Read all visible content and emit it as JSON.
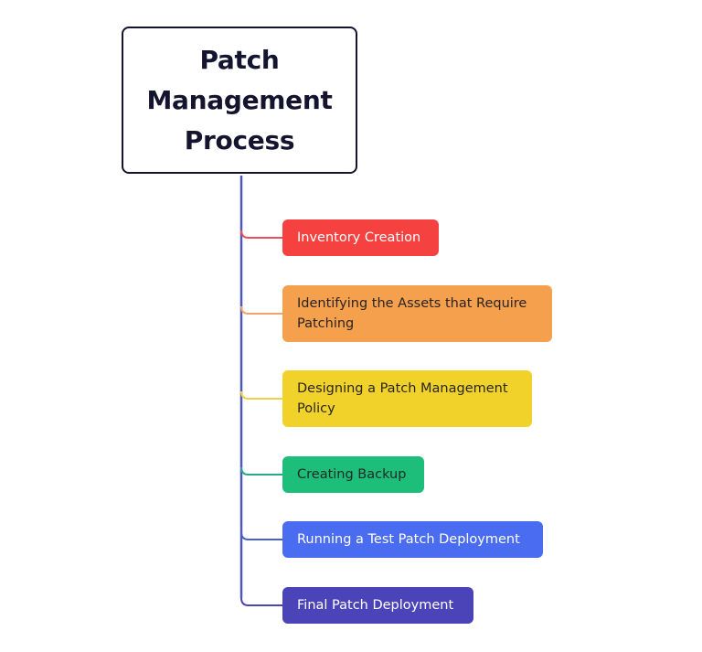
{
  "diagram": {
    "title": "Patch Management Process",
    "trunk_color": "#5058b8",
    "steps": [
      {
        "label": "Inventory Creation",
        "bg": "#f5413f",
        "fg": "#ffffff",
        "line": "#e8505a"
      },
      {
        "label": "Identifying the Assets that Require Patching",
        "bg": "#f5a04d",
        "fg": "#2a2320",
        "line": "#f0a36a"
      },
      {
        "label": "Designing a Patch Management Policy",
        "bg": "#f0d22a",
        "fg": "#2a2520",
        "line": "#eed04a"
      },
      {
        "label": "Creating Backup",
        "bg": "#1dbd7a",
        "fg": "#1f2a25",
        "line": "#2aa889"
      },
      {
        "label": "Running a Test Patch Deployment",
        "bg": "#4a6cf0",
        "fg": "#ffffff",
        "line": "#4a5fd0"
      },
      {
        "label": "Final Patch Deployment",
        "bg": "#4a44b8",
        "fg": "#ffffff",
        "line": "#4a44b8"
      }
    ]
  }
}
